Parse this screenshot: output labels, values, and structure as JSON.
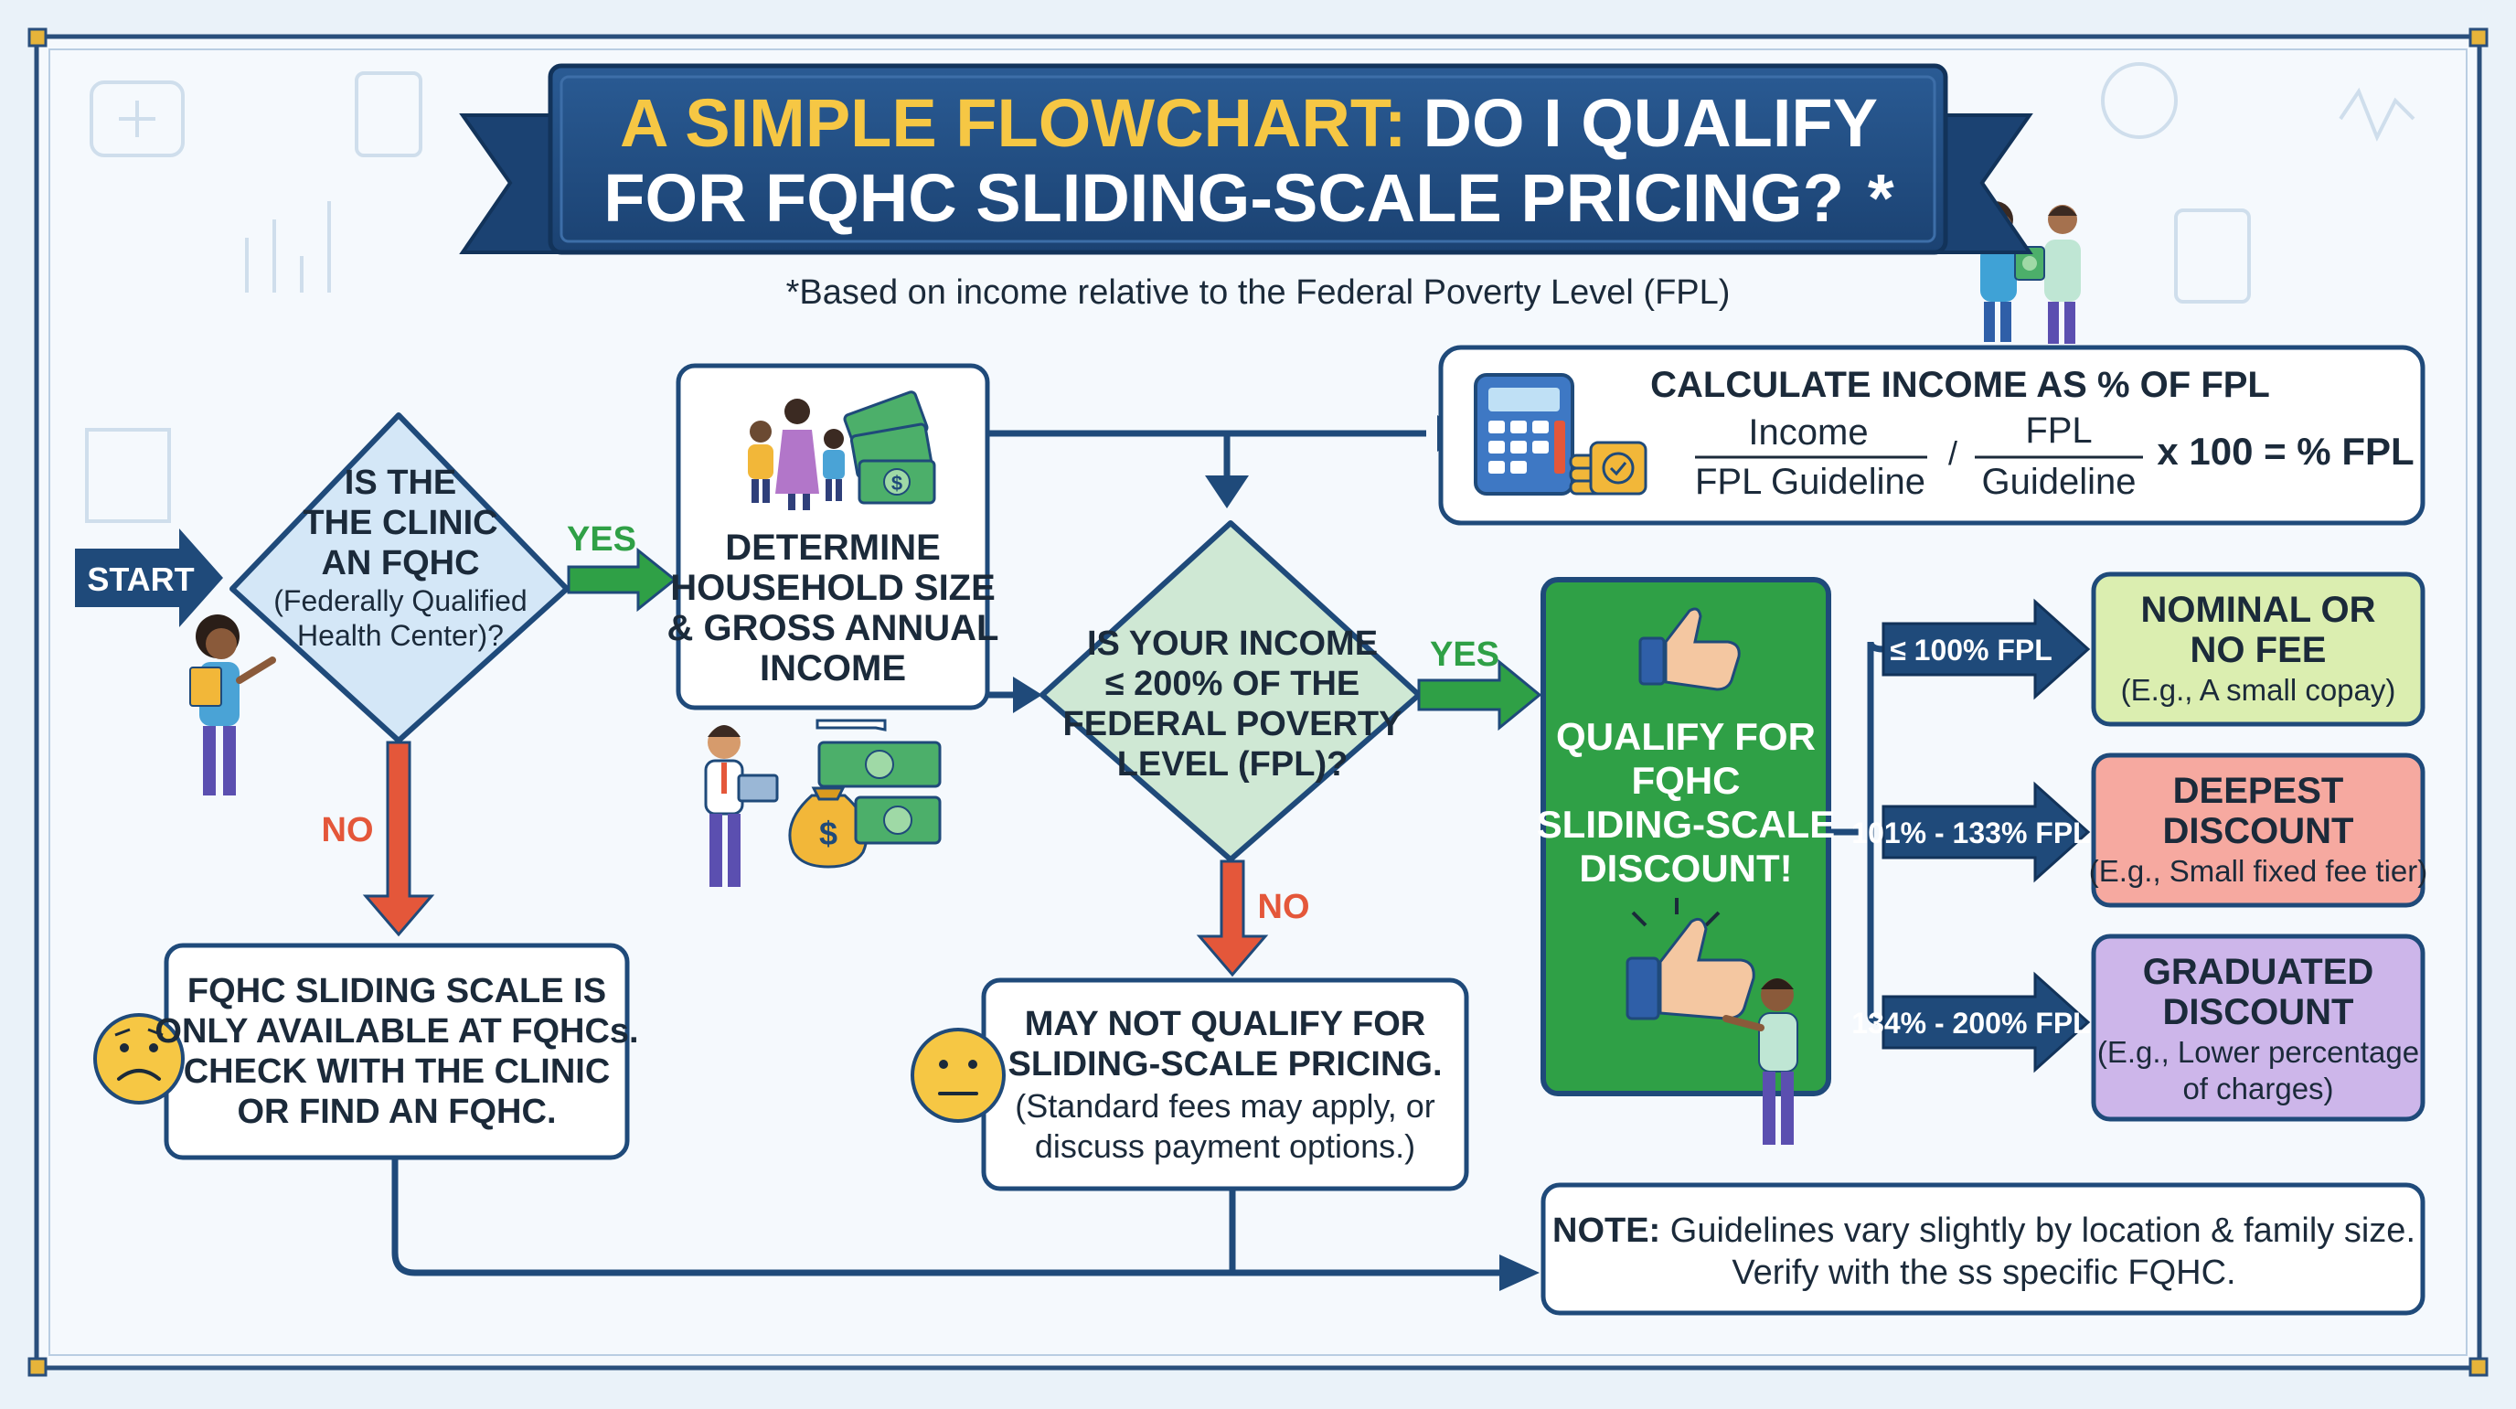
{
  "banner": {
    "line1_accent": "A SIMPLE FLOWCHART:",
    "line1_rest": "DO I QUALIFY",
    "line2": "FOR FQHC SLIDING-SCALE PRICING?",
    "asterisk": "*"
  },
  "subtitle": "*Based on income relative to the Federal Poverty Level (FPL)",
  "start": "START",
  "q1": {
    "lines": [
      "IS THE",
      "THE CLINIC",
      "AN FQHC"
    ],
    "sub_lines": [
      "(Federally Qualified",
      "Health Center)?"
    ]
  },
  "yes_label": "YES",
  "no_label": "NO",
  "household": {
    "lines": [
      "DETERMINE",
      "HOUSEHOLD SIZE",
      "& GROSS ANNUAL",
      "INCOME"
    ]
  },
  "calc": {
    "title": "CALCULATE INCOME AS % OF FPL",
    "num1": "Income",
    "den1": "FPL Guideline",
    "slash": "/",
    "num2": "FPL",
    "den2": "Guideline",
    "result": "x 100 = % FPL"
  },
  "q2": {
    "lines": [
      "IS YOUR INCOME",
      "≤ 200% OF THE",
      "FEDERAL POVERTY",
      "LEVEL (FPL)?"
    ]
  },
  "qualify": {
    "lines": [
      "QUALIFY FOR",
      "FQHC",
      "SLIDING-SCALE",
      "DISCOUNT!"
    ]
  },
  "tiers": [
    {
      "arrow": "≤ 100% FPL",
      "title_lines": [
        "NOMINAL OR",
        "NO FEE"
      ],
      "desc_lines": [
        "(E.g., A small copay)"
      ],
      "color": "#dbeeb0"
    },
    {
      "arrow": "101% - 133% FPL",
      "title_lines": [
        "DEEPEST",
        "DISCOUNT"
      ],
      "desc_lines": [
        "(E.g., Small fixed fee tier)"
      ],
      "color": "#f6a9a0"
    },
    {
      "arrow": "134% - 200% FPL",
      "title_lines": [
        "GRADUATED",
        "DISCOUNT"
      ],
      "desc_lines": [
        "(E.g., Lower percentage",
        "of charges)"
      ],
      "color": "#cdb6ea"
    }
  ],
  "no_fqhc": {
    "lines": [
      "FQHC SLIDING SCALE IS",
      "ONLY AVAILABLE AT FQHCs.",
      "CHECK WITH THE CLINIC",
      "OR FIND AN FQHC."
    ]
  },
  "not_qualify": {
    "title_lines": [
      "MAY NOT QUALIFY FOR",
      "SLIDING-SCALE PRICING."
    ],
    "desc_lines": [
      "(Standard fees may apply, or",
      "discuss payment options.)"
    ]
  },
  "note": {
    "bold": "NOTE:",
    "line1": " Guidelines vary slightly by location & family size.",
    "line2": "Verify with the ss specific FQHC."
  },
  "colors": {
    "navy": "#1f4a7a",
    "green": "#2fa046",
    "red": "#e4573a",
    "card": "#ffffff",
    "diamond1": "#d4e7f7",
    "diamond2": "#cfe8d4",
    "qualify_fill": "#2fa046",
    "banner_accent": "#f6c744"
  },
  "icons": [
    "calculator-icon",
    "coins-icon",
    "money-icon",
    "money-bag-icon",
    "thumbs-up-icon",
    "sad-face-icon",
    "neutral-face-icon",
    "family-icon",
    "person-icon"
  ]
}
